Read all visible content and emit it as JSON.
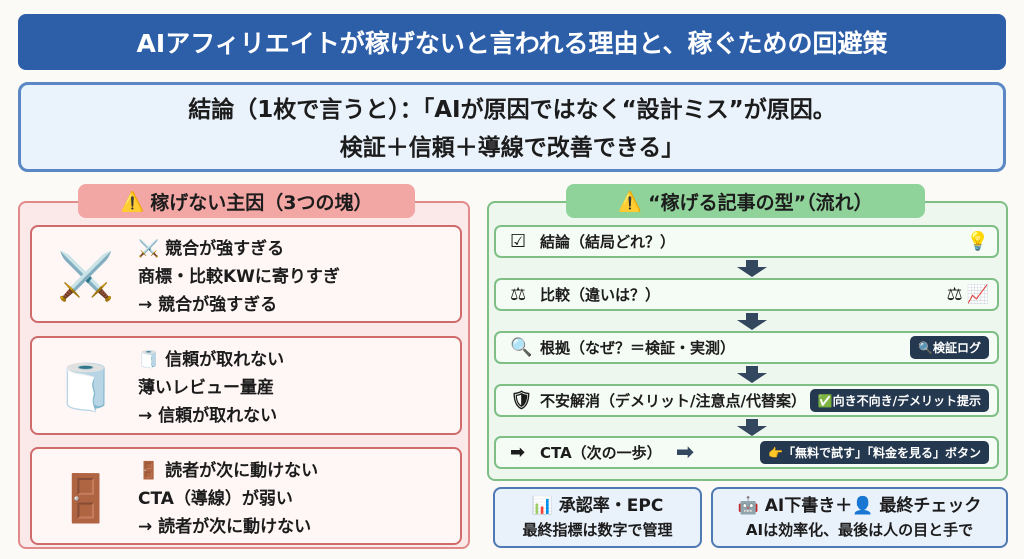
{
  "title": "AIアフィリエイトが稼げないと言われる理由と、稼ぐための回避策",
  "conclusion": {
    "line1": "結論（1枚で言うと）：「AIが原因ではなく“設計ミス”が原因。",
    "line2": "検証＋信頼＋導線で改善できる」"
  },
  "left": {
    "header": "稼げない主因（3つの塊）",
    "cards": [
      {
        "icon": "crossed-swords",
        "title": "⚔️ 競合が強すぎる",
        "line2": "商標・比較KWに寄りすぎ",
        "line3": "→ 競合が強すぎる"
      },
      {
        "icon": "tissue-roll",
        "title": "🧻 信頼が取れない",
        "line2": "薄いレビュー量産",
        "line3": "→ 信頼が取れない"
      },
      {
        "icon": "door",
        "title": "🚪 読者が次に動けない",
        "line2": "CTA（導線）が弱い",
        "line3": "→ 読者が次に動けない"
      }
    ]
  },
  "right": {
    "header": "“稼げる記事の型”（流れ）",
    "rows": [
      {
        "label": "結論（結局どれ？）"
      },
      {
        "label": "比較（違いは？）"
      },
      {
        "label": "根拠（なぜ？＝検証・実測）",
        "tag": "🔍検証ログ"
      },
      {
        "label": "不安解消（デメリット/注意点/代替案）",
        "tag": "✅向き不向き/デメリット提示"
      },
      {
        "label": "CTA（次の一歩）",
        "tag": "👉「無料で試す」「料金を見る」ボタン"
      }
    ]
  },
  "bottom": [
    {
      "title": "📊 承認率・EPC",
      "sub": "最終指標は数字で管理"
    },
    {
      "title": "🤖 AI下書き＋👤 最終チェック",
      "sub": "AIは効率化、最後は人の目と手で"
    }
  ]
}
